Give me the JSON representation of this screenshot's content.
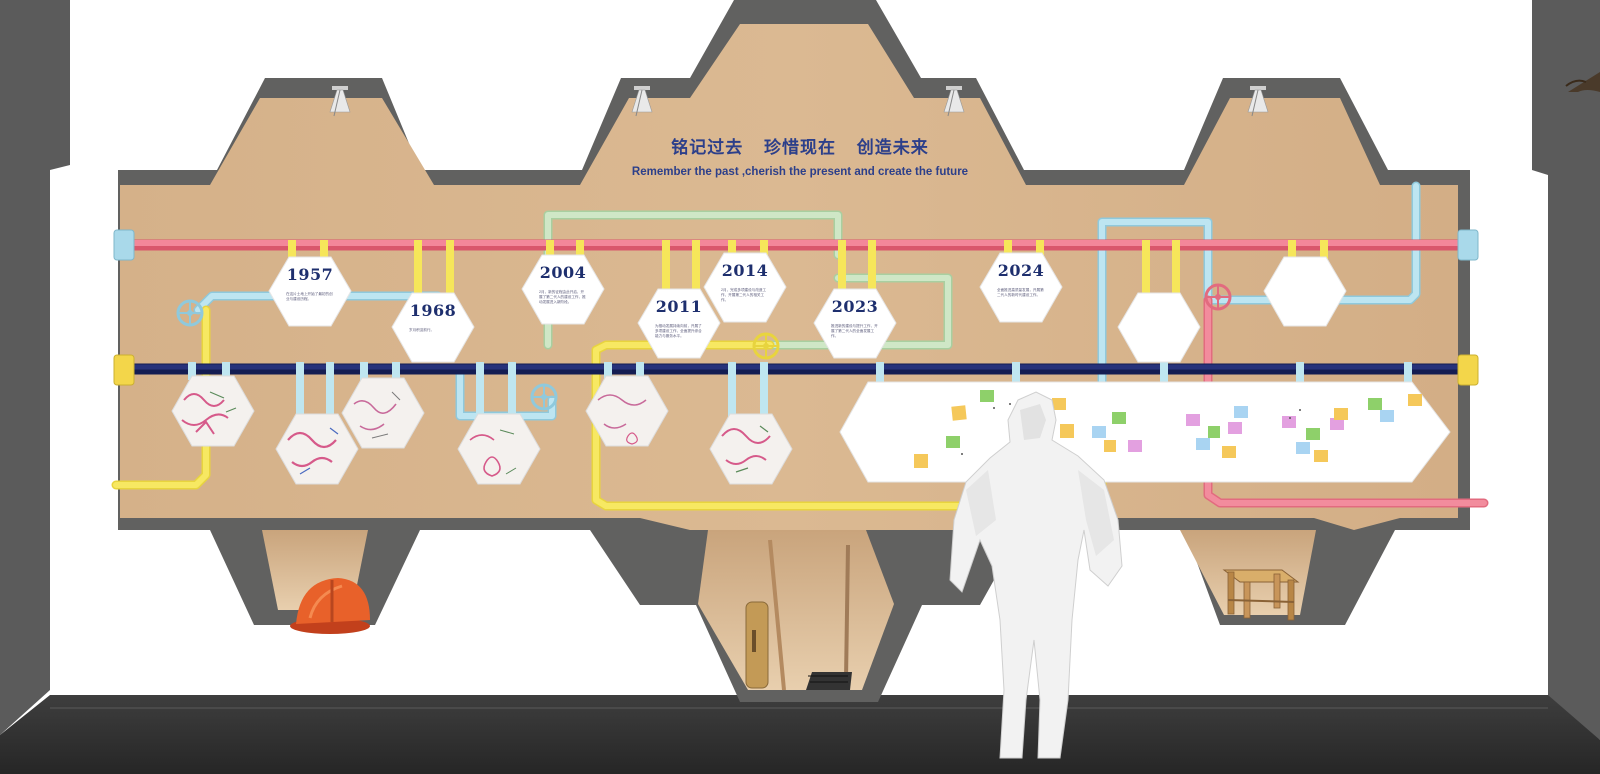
{
  "title": {
    "cn": "铭记过去   珍惜现在   创造未来",
    "en": "Remember the past ,cherish the present and create the future"
  },
  "timeline": [
    {
      "year": "1957",
      "desc": "在这片土地上开始了最初的创业与建设历程。"
    },
    {
      "year": "1968",
      "desc": "岁月积淀前行。"
    },
    {
      "year": "2004",
      "desc": "2月，新的征程由此开启，开展了第二代人的建设工作，推动发展进入新阶段。"
    },
    {
      "year": "2011",
      "desc": "为推动发展持续向前，开展了多项建设工作，全面提升综合能力与服务水平。"
    },
    {
      "year": "2014",
      "desc": "2月，完成多项建设与改造工作，开展第二代人的相关工作。"
    },
    {
      "year": "2023",
      "desc": "推进新的建设与提升工作，开展了第二代人的全面发展工作。"
    },
    {
      "year": "2024",
      "desc": "全面推进高质量发展，开展第二代人的新时代建设工作。"
    }
  ],
  "colors": {
    "board": "#d8b48c",
    "frame": "#5f5f5d",
    "pipe_pink": "#f0899a",
    "pipe_navy": "#1f2a6e",
    "pipe_yellow": "#f6e65a",
    "pipe_blue": "#b9e3ef",
    "pipe_green": "#cfe7c6",
    "title": "#2c3f8a"
  },
  "icons": [
    "spotlight-icon",
    "valve-wheel-icon",
    "hard-hat-icon",
    "shovel-icon",
    "wooden-stool-icon",
    "sticky-note-icon",
    "visitor-silhouette-icon"
  ]
}
